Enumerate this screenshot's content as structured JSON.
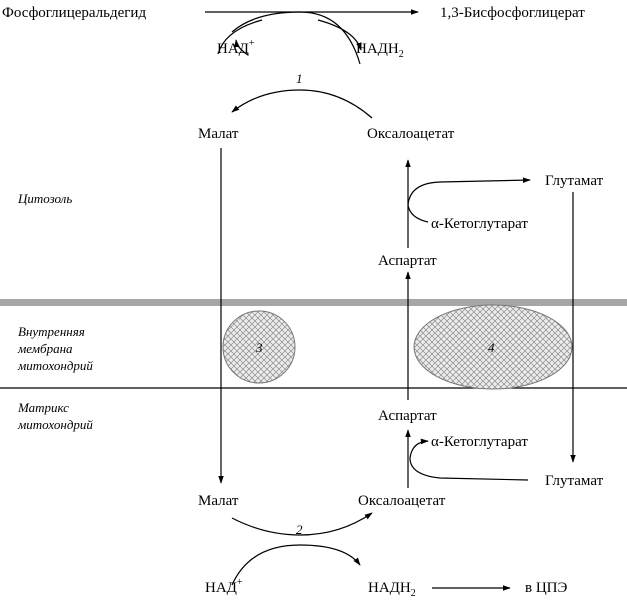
{
  "labels": {
    "pga": "Фосфоглицеральдегид",
    "bpg": "1,3-Бисфосфоглицерат",
    "nad_top": "НАД",
    "nadh_top": "НАДН",
    "plus": "+",
    "sub2": "2",
    "enzyme1": "1",
    "enzyme2": "2",
    "enzyme3": "3",
    "enzyme4": "4",
    "malate_cyt": "Малат",
    "oaa_cyt": "Оксалоацетат",
    "glutamate_cyt": "Глутамат",
    "akg_cyt": "α-Кетоглутарат",
    "aspartate_cyt": "Аспартат",
    "cytosol": "Цитозоль",
    "membrane_l1": "Внутренняя",
    "membrane_l2": "мембрана",
    "membrane_l3": "митохондрий",
    "matrix_l1": "Матрикс",
    "matrix_l2": "митохондрий",
    "aspartate_mat": "Аспартат",
    "akg_mat": "α-Кетоглутарат",
    "glutamate_mat": "Глутамат",
    "malate_mat": "Малат",
    "oaa_mat": "Оксалоацетат",
    "nad_bottom": "НАД",
    "nadh_bottom": "НАДН",
    "etc": "в ЦПЭ"
  },
  "colors": {
    "membrane_band": "#a6a6a6",
    "hatch": "#8c8c8c",
    "ellipse_fill": "#e6e6e6"
  }
}
